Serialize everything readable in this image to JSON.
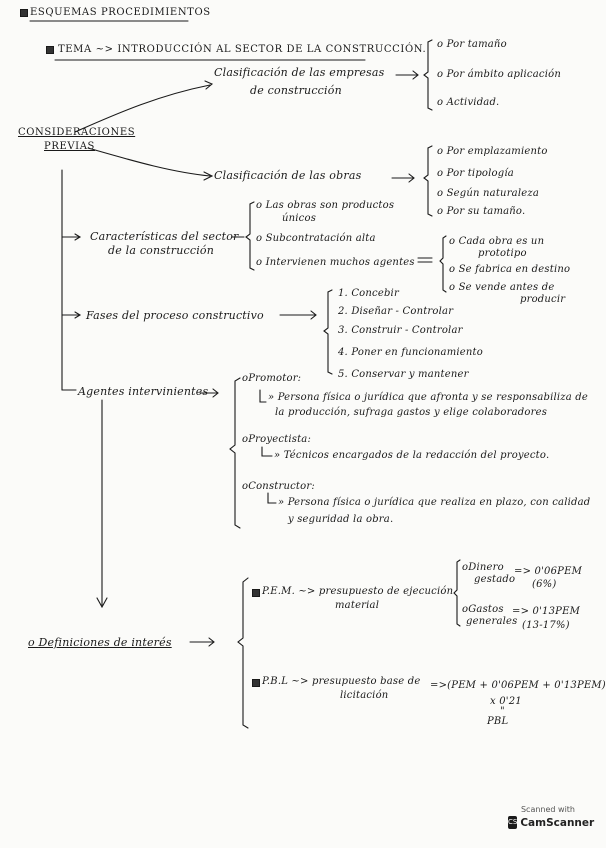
{
  "title": "ESQUEMAS PROCEDIMIENTOS",
  "tema": "TEMA ~> INTRODUCCIÓN AL SECTOR DE LA CONSTRUCCIÓN.",
  "consideraciones": {
    "line1": "CONSIDERACIONES",
    "line2": "PREVIAS"
  },
  "clasif_empresas": {
    "line1": "Clasificación de las empresas",
    "line2": "de construcción",
    "items": [
      "Por tamaño",
      "Por ámbito aplicación",
      "Actividad."
    ]
  },
  "clasif_obras": {
    "label": "Clasificación de las obras",
    "items": [
      "Por emplazamiento",
      "Por tipología",
      "Según naturaleza",
      "Por su tamaño."
    ]
  },
  "caracteristicas": {
    "line1": "Características del sector",
    "line2": "de la construcción",
    "items": [
      {
        "l1": "Las obras son productos",
        "l2": "únicos"
      },
      {
        "l1": "Subcontratación alta",
        "l2": ""
      },
      {
        "l1": "Intervienen muchos agentes",
        "l2": ""
      }
    ],
    "subitems": [
      {
        "l1": "Cada obra es un",
        "l2": "prototipo"
      },
      {
        "l1": "Se fabrica en destino",
        "l2": ""
      },
      {
        "l1": "Se vende antes de",
        "l2": "producir"
      }
    ]
  },
  "fases": {
    "label": "Fases del proceso constructivo",
    "items": [
      "1. Concebir",
      "2. Diseñar - Controlar",
      "3. Construir - Controlar",
      "4. Poner en funcionamiento",
      "5. Conservar y mantener"
    ]
  },
  "agentes": {
    "label": "Agentes intervinientes",
    "promotor": {
      "name": "Promotor:",
      "l1": "Persona física o jurídica que afronta y se responsabiliza de",
      "l2": "la producción, sufraga gastos y elige colaboradores"
    },
    "proyectista": {
      "name": "Proyectista:",
      "l1": "Técnicos encargados de la redacción del proyecto."
    },
    "constructor": {
      "name": "Constructor:",
      "l1": "Persona física o jurídica que realiza en plazo, con calidad",
      "l2": "y seguridad la obra."
    }
  },
  "definiciones": {
    "label": "Definiciones de interés",
    "pem": {
      "label": "P.E.M. ~> presupuesto de ejecución",
      "l2": "material"
    },
    "pem_items": [
      {
        "l1": "Dinero",
        "l2": "gestado",
        "val": "=> 0'06PEM",
        "pct": "(6%)"
      },
      {
        "l1": "Gastos",
        "l2": "generales",
        "val": "=> 0'13PEM",
        "pct": "(13-17%)"
      }
    ],
    "pbl": {
      "label": "P.B.L ~> presupuesto base de",
      "l2": "licitación"
    },
    "formula": "=>(PEM + 0'06PEM + 0'13PEM)",
    "formula_mult": "x 0'21",
    "formula_eq": "\"",
    "formula_res": "PBL"
  },
  "scanner": {
    "line1": "Scanned with",
    "brand": "CamScanner"
  }
}
